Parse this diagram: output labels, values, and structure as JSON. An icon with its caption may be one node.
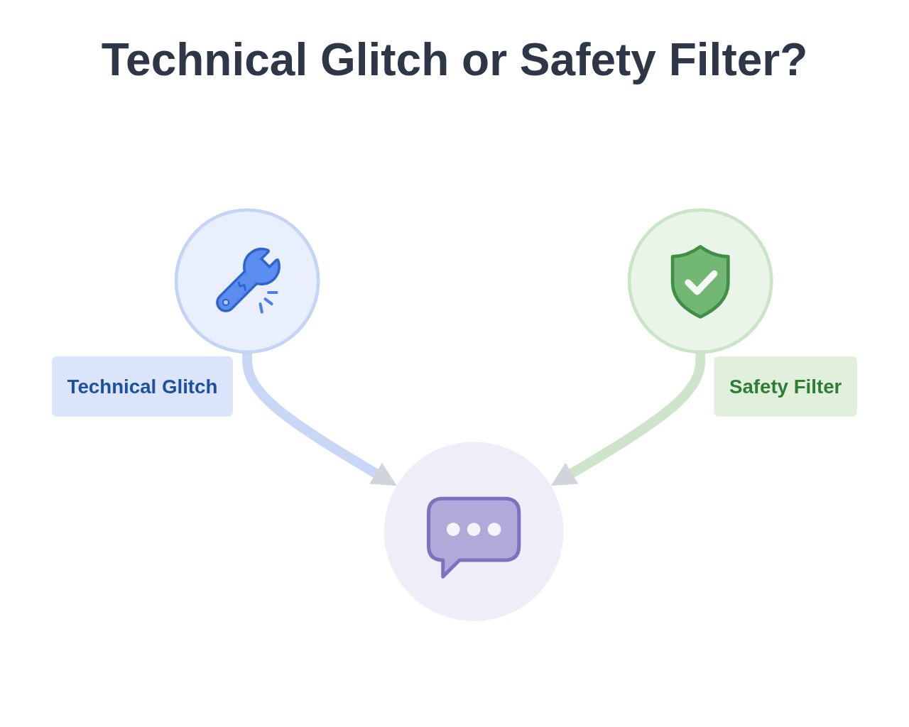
{
  "diagram": {
    "title": "Technical Glitch or Safety Filter?",
    "nodes": [
      {
        "text": [],
        "shape": "circle"
      },
      {
        "text": [
          "Technical Glitch"
        ]
      },
      {
        "text": [],
        "shape": "circle"
      },
      {
        "text": [
          "Safety Filter"
        ]
      },
      {
        "text": [],
        "shape": "circle"
      }
    ],
    "edges": [
      {
        "from": 0,
        "to": 4,
        "arrow": "to",
        "color": "#c8d7f6"
      },
      {
        "from": 2,
        "to": 4,
        "arrow": "to",
        "color": "#cfe5cb"
      }
    ]
  }
}
